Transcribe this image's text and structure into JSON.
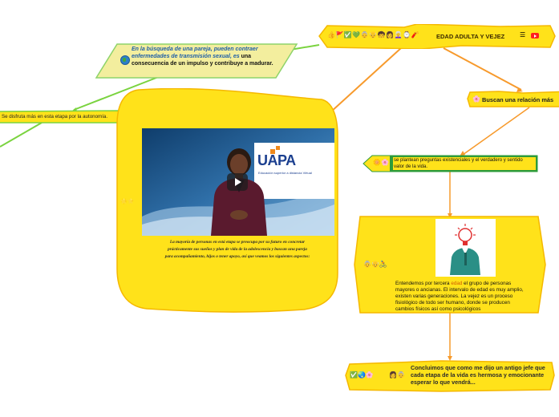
{
  "central": {
    "title": "EDAD ADULTA Y VEJEZ",
    "emojis": "👍🚩✅💚👵👴🧒👩👩‍🦳⌚🧨",
    "menu_icon": "☰"
  },
  "note": {
    "italic_text": "En la búsqueda de una pareja, pueden contraer enfermedades de transmisión sexual, es",
    "bold_text": " una consecuencia de un impulso y contribuye a madurar."
  },
  "left_node": {
    "text": "Se disfruta más en esta etapa por la autonomía."
  },
  "big_node": {
    "emojis": "🌟⭐",
    "video_logo": "UAPA",
    "video_logo_sub": "Educación superior a distancia Virtual",
    "caption": "La mayoría de personas en está etapa se preocupa por su futuro en concretar prácticamente sus sueños y plan de vida de la adolescencia y buscan una pareja para acompañamiento, hijos o tener apoyo, así que veamos los siguientes aspectos:"
  },
  "right_node": {
    "icon": "🌸",
    "text": "Buscan una relación más"
  },
  "green_node": {
    "icons": "🌼🌸",
    "text": "se plantean preguntas existenciales y el verdadero y sentido valor de la vida."
  },
  "hex_node": {
    "icons": "👵👴🚴",
    "text_before": "Entendemos por tercera ",
    "text_highlight": "edad",
    "text_after": " el grupo de personas mayores o ancianas. El intervalo de edad es muy amplio, existen varias generaciones. La vejez es un proceso fisiológico de todo ser humano, donde se producen cambios físicos así como psicológicos"
  },
  "bottom_node": {
    "icons_left": "✅🌏🌸",
    "icons_right": "👩👵",
    "text": "Concluimos que como me dijo un antigo jefe que cada etapa de la vida es hermosa y emocionante esperar lo que vendrá..."
  },
  "colors": {
    "yellow": "#ffe21a",
    "yellow_border": "#f5b800",
    "orange_link": "#f79a2c",
    "green_link": "#7ad33f",
    "green_node": "#2d9b3a",
    "note_fill": "#f3ee9e",
    "note_border": "#8ed36a"
  }
}
